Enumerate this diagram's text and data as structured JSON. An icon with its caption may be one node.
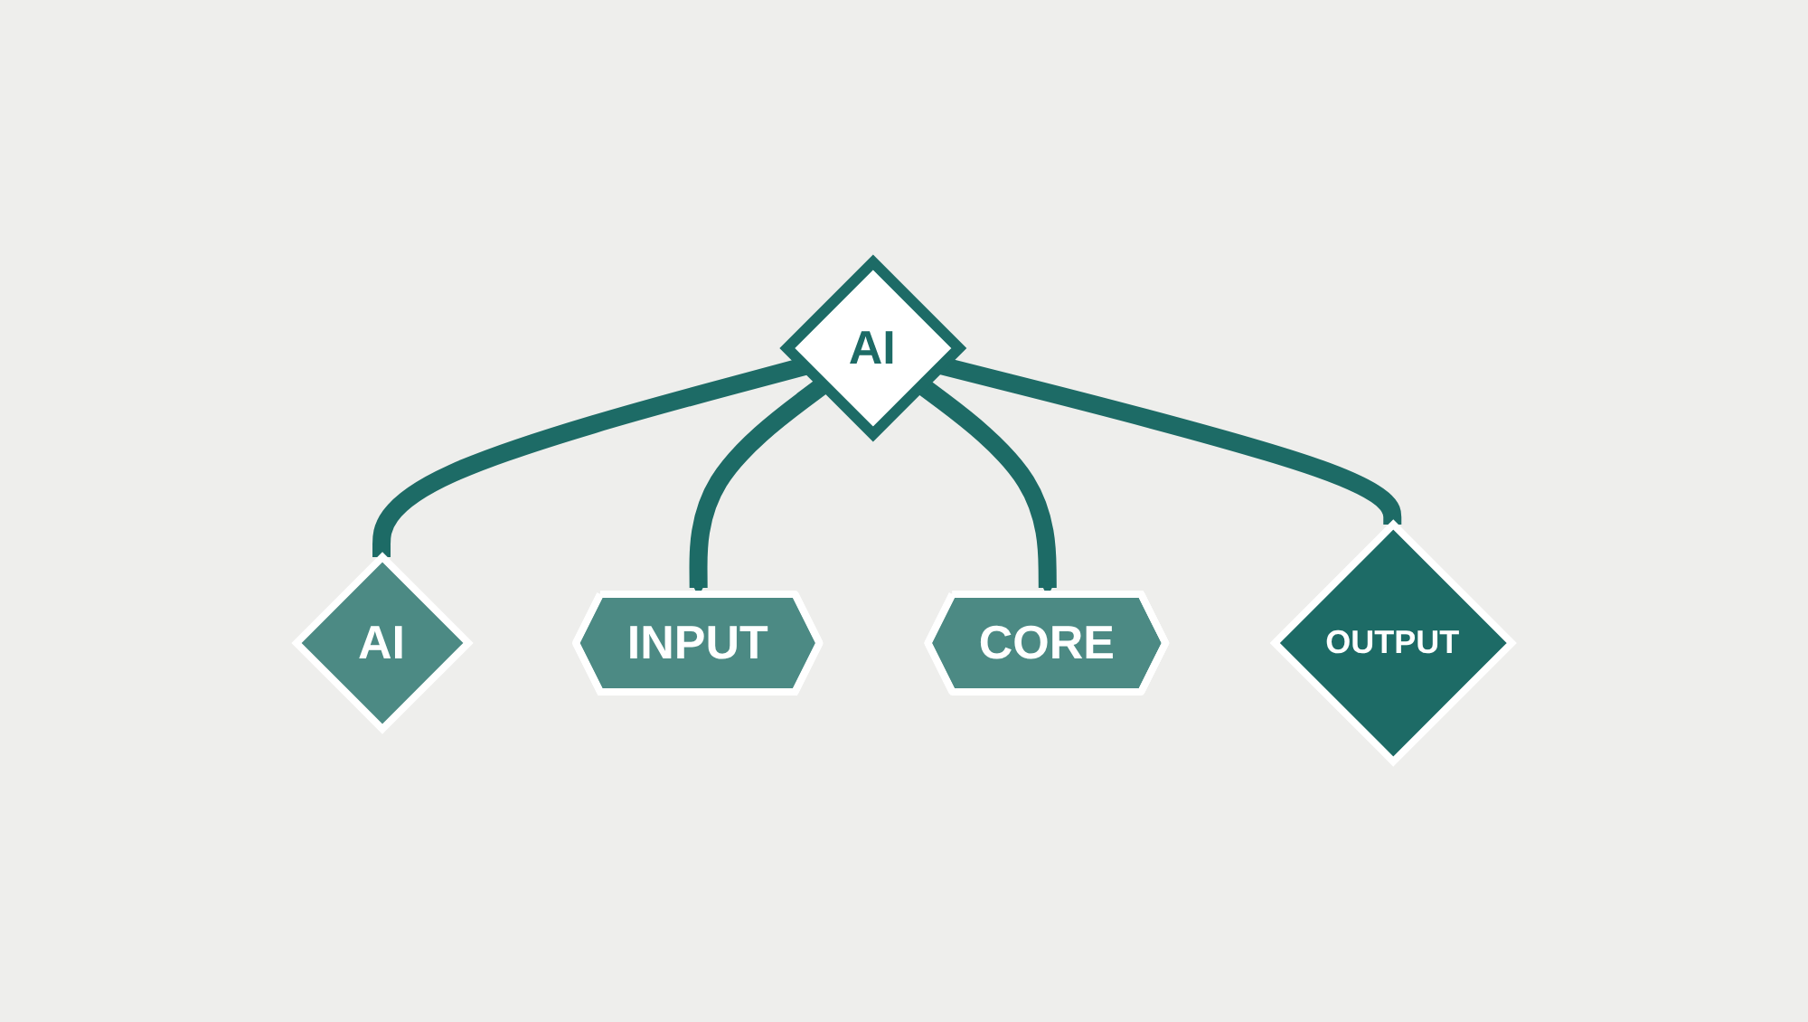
{
  "diagram": {
    "nodes": [
      {
        "text": [
          "AI"
        ]
      },
      {
        "text": [
          "INPUT"
        ]
      },
      {
        "text": [
          "AI"
        ]
      },
      {
        "text": [
          "CORE"
        ]
      },
      {
        "text": [
          "OUTPUT"
        ]
      }
    ],
    "edges": [
      {
        "from": 2,
        "to": 0,
        "arrow": "none"
      },
      {
        "from": 2,
        "to": 1,
        "arrow": "to"
      },
      {
        "from": 2,
        "to": 3,
        "arrow": "to"
      },
      {
        "from": 2,
        "to": 4,
        "arrow": "none"
      }
    ]
  }
}
